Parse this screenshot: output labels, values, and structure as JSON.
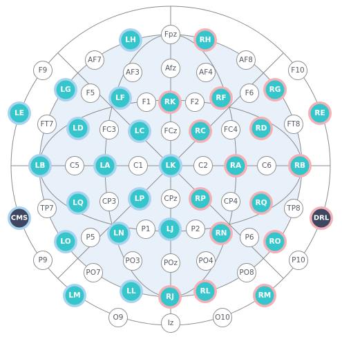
{
  "colors": {
    "head_fill": "#ffffff",
    "head_stroke": "#8a8a8a",
    "inner_fill": "#e8f1fa",
    "grid_stroke": "#8a8a8a",
    "active_fill": "#35c6cc",
    "halo_blue": "#a9d3ee",
    "halo_red": "#f3b0b6",
    "passive_fill": "#ffffff",
    "passive_stroke": "#8d8d8d",
    "ref_fill": "#3e4660",
    "ref_halo_blue": "#a9d3ee",
    "ref_halo_red": "#f3b0b6",
    "active_text": "#ffffff",
    "passive_text": "#555a66"
  },
  "electrodes": [
    {
      "label": "LH",
      "type": "active",
      "halo": "blue"
    },
    {
      "label": "Fpz",
      "type": "passive"
    },
    {
      "label": "RH",
      "type": "active",
      "halo": "red"
    },
    {
      "label": "AF7",
      "type": "passive"
    },
    {
      "label": "Afz",
      "type": "passive"
    },
    {
      "label": "AF8",
      "type": "passive"
    },
    {
      "label": "F9",
      "type": "passive"
    },
    {
      "label": "AF3",
      "type": "passive"
    },
    {
      "label": "AF4",
      "type": "passive"
    },
    {
      "label": "F10",
      "type": "passive"
    },
    {
      "label": "LG",
      "type": "active",
      "halo": "blue"
    },
    {
      "label": "F5",
      "type": "passive"
    },
    {
      "label": "LF",
      "type": "active",
      "halo": "blue"
    },
    {
      "label": "F1",
      "type": "passive"
    },
    {
      "label": "RK",
      "type": "active",
      "halo": "red"
    },
    {
      "label": "F2",
      "type": "passive"
    },
    {
      "label": "RF",
      "type": "active",
      "halo": "red"
    },
    {
      "label": "F6",
      "type": "passive"
    },
    {
      "label": "RG",
      "type": "active",
      "halo": "red"
    },
    {
      "label": "LE",
      "type": "active",
      "halo": "blue"
    },
    {
      "label": "FT7",
      "type": "passive"
    },
    {
      "label": "LD",
      "type": "active",
      "halo": "blue"
    },
    {
      "label": "FC3",
      "type": "passive"
    },
    {
      "label": "LC",
      "type": "active",
      "halo": "blue"
    },
    {
      "label": "FCz",
      "type": "passive"
    },
    {
      "label": "RC",
      "type": "active",
      "halo": "red"
    },
    {
      "label": "FC4",
      "type": "passive"
    },
    {
      "label": "RD",
      "type": "active",
      "halo": "red"
    },
    {
      "label": "FT8",
      "type": "passive"
    },
    {
      "label": "RE",
      "type": "active",
      "halo": "red"
    },
    {
      "label": "LB",
      "type": "active",
      "halo": "blue"
    },
    {
      "label": "C5",
      "type": "passive"
    },
    {
      "label": "LA",
      "type": "active",
      "halo": "blue"
    },
    {
      "label": "C1",
      "type": "passive"
    },
    {
      "label": "LK",
      "type": "active",
      "halo": "blue"
    },
    {
      "label": "C2",
      "type": "passive"
    },
    {
      "label": "RA",
      "type": "active",
      "halo": "red"
    },
    {
      "label": "C6",
      "type": "passive"
    },
    {
      "label": "RB",
      "type": "active",
      "halo": "red"
    },
    {
      "label": "CMS",
      "type": "ref",
      "halo": "blue"
    },
    {
      "label": "TP7",
      "type": "passive"
    },
    {
      "label": "LQ",
      "type": "active",
      "halo": "blue"
    },
    {
      "label": "CP3",
      "type": "passive"
    },
    {
      "label": "LP",
      "type": "active",
      "halo": "blue"
    },
    {
      "label": "CPz",
      "type": "passive"
    },
    {
      "label": "RP",
      "type": "active",
      "halo": "red"
    },
    {
      "label": "CP4",
      "type": "passive"
    },
    {
      "label": "RQ",
      "type": "active",
      "halo": "red"
    },
    {
      "label": "TP8",
      "type": "passive"
    },
    {
      "label": "DRL",
      "type": "ref",
      "halo": "red"
    },
    {
      "label": "LO",
      "type": "active",
      "halo": "blue"
    },
    {
      "label": "P5",
      "type": "passive"
    },
    {
      "label": "LN",
      "type": "active",
      "halo": "blue"
    },
    {
      "label": "P1",
      "type": "passive"
    },
    {
      "label": "LJ",
      "type": "active",
      "halo": "blue"
    },
    {
      "label": "P2",
      "type": "passive"
    },
    {
      "label": "RN",
      "type": "active",
      "halo": "red"
    },
    {
      "label": "P6",
      "type": "passive"
    },
    {
      "label": "RO",
      "type": "active",
      "halo": "red"
    },
    {
      "label": "P9",
      "type": "passive"
    },
    {
      "label": "PO3",
      "type": "passive"
    },
    {
      "label": "POz",
      "type": "passive"
    },
    {
      "label": "PO4",
      "type": "passive"
    },
    {
      "label": "P10",
      "type": "passive"
    },
    {
      "label": "PO7",
      "type": "passive"
    },
    {
      "label": "PO8",
      "type": "passive"
    },
    {
      "label": "LM",
      "type": "active",
      "halo": "blue"
    },
    {
      "label": "LL",
      "type": "active",
      "halo": "blue"
    },
    {
      "label": "RJ",
      "type": "active",
      "halo": "red"
    },
    {
      "label": "RL",
      "type": "active",
      "halo": "red"
    },
    {
      "label": "RM",
      "type": "active",
      "halo": "red"
    },
    {
      "label": "O9",
      "type": "passive"
    },
    {
      "label": "Iz",
      "type": "passive"
    },
    {
      "label": "O10",
      "type": "passive"
    }
  ]
}
